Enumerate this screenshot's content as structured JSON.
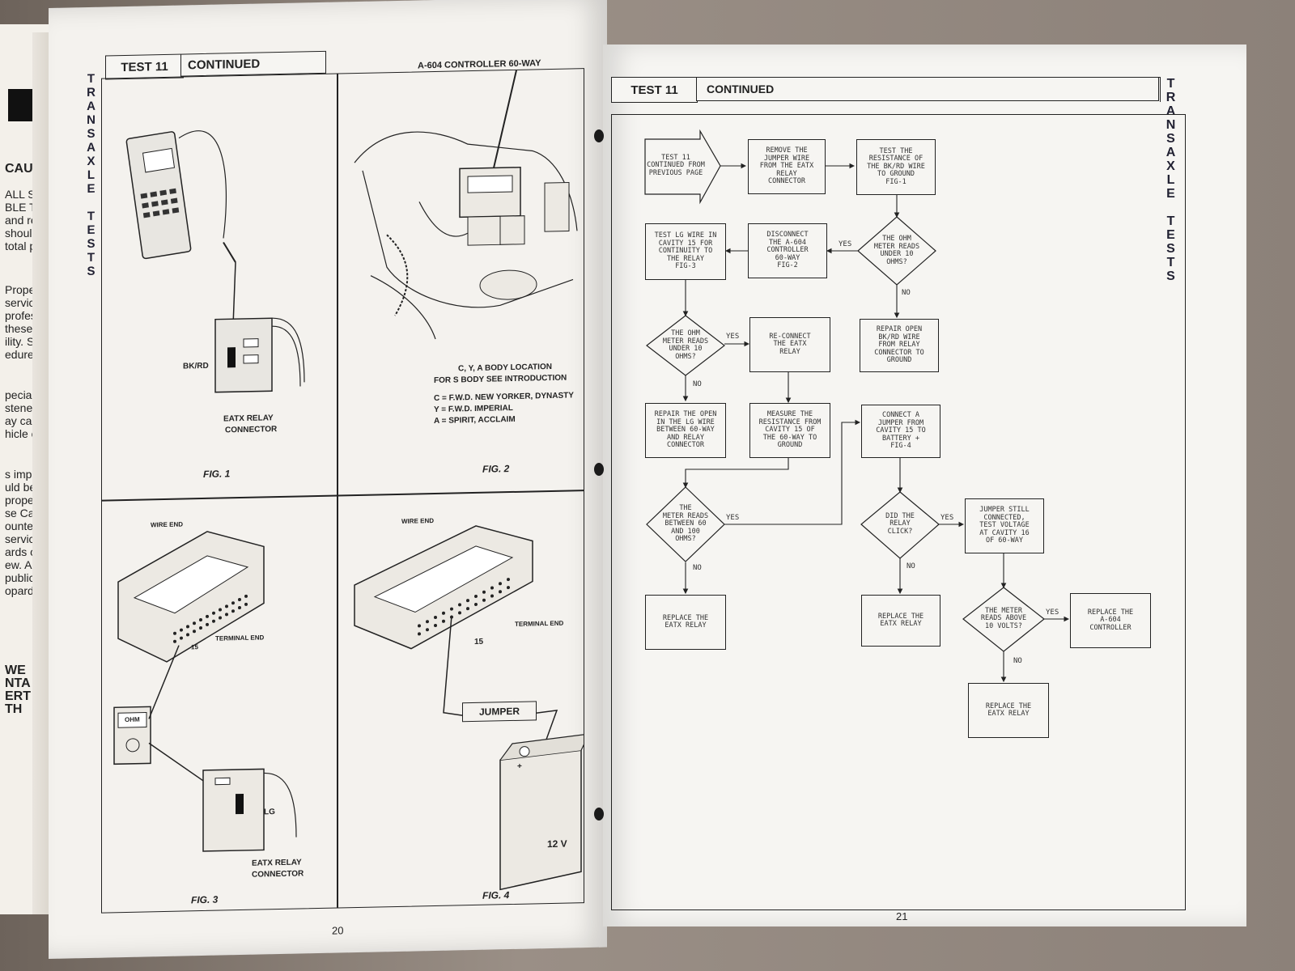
{
  "left_page": {
    "test_label": "TEST 11",
    "continued_label": "CONTINUED",
    "side_title": "TRANSAXLE TESTS",
    "page_number": "20",
    "fig1": {
      "caption": "FIG. 1",
      "wire_label": "BK/RD",
      "connector_label_1": "EATX RELAY",
      "connector_label_2": "CONNECTOR"
    },
    "fig2": {
      "caption": "FIG. 2",
      "controller_label": "A-604 CONTROLLER 60-WAY",
      "location_line_1": "C, Y, A BODY LOCATION",
      "location_line_2": "FOR S BODY SEE INTRODUCTION",
      "legend_c": "C = F.W.D. NEW YORKER, DYNASTY",
      "legend_y": "Y = F.W.D. IMPERIAL",
      "legend_a": "A = SPIRIT, ACCLAIM"
    },
    "fig3": {
      "caption": "FIG. 3",
      "wire_end": "WIRE END",
      "terminal_end": "TERMINAL END",
      "cavity": "15",
      "meter_label": "OHM",
      "wire_label": "LG",
      "connector_label_1": "EATX RELAY",
      "connector_label_2": "CONNECTOR"
    },
    "fig4": {
      "caption": "FIG. 4",
      "wire_end": "WIRE END",
      "terminal_end": "TERMINAL END",
      "cavity": "15",
      "jumper_label": "JUMPER",
      "battery_label": "12 V",
      "battery_plus": "+"
    }
  },
  "right_page": {
    "test_label": "TEST 11",
    "continued_label": "CONTINUED",
    "side_title": "TRANSAXLE TESTS",
    "page_number": "21",
    "flowchart": {
      "start": "TEST 11\nCONTINUED FROM\nPREVIOUS PAGE",
      "remove_jumper": "REMOVE THE\nJUMPER WIRE\nFROM THE EATX\nRELAY\nCONNECTOR",
      "test_resistance": "TEST THE\nRESISTANCE OF\nTHE BK/RD WIRE\nTO GROUND\nFIG-1",
      "q_ohm_under_10_a": "THE OHM\nMETER READS\nUNDER 10\nOHMS?",
      "disconnect": "DISCONNECT\nTHE A-604\nCONTROLLER\n60-WAY\nFIG-2",
      "test_lg": "TEST LG WIRE IN\nCAVITY 15 FOR\nCONTINUITY TO\nTHE RELAY\nFIG-3",
      "repair_bkrd": "REPAIR OPEN\nBK/RD WIRE\nFROM RELAY\nCONNECTOR TO\nGROUND",
      "q_ohm_under_10_b": "THE OHM\nMETER READS\nUNDER 10\nOHMS?",
      "reconnect": "RE-CONNECT\nTHE EATX\nRELAY",
      "repair_lg": "REPAIR THE OPEN\nIN THE LG WIRE\nBETWEEN 60-WAY\nAND RELAY\nCONNECTOR",
      "measure": "MEASURE THE\nRESISTANCE FROM\nCAVITY 15 OF\nTHE 60-WAY TO\nGROUND",
      "connect_jumper": "CONNECT A\nJUMPER FROM\nCAVITY 15 TO\nBATTERY +\nFIG-4",
      "q_between": "THE\nMETER READS\nBETWEEN 60\nAND 100\nOHMS?",
      "q_click": "DID THE\nRELAY\nCLICK?",
      "jumper_still": "JUMPER STILL\nCONNECTED,\nTEST VOLTAGE\nAT CAVITY 16\nOF 60-WAY",
      "replace_eatx_1": "REPLACE THE\nEATX RELAY",
      "replace_eatx_2": "REPLACE THE\nEATX RELAY",
      "q_above_10v": "THE METER\nREADS ABOVE\n10 VOLTS?",
      "replace_controller": "REPLACE THE\nA-604\nCONTROLLER",
      "replace_eatx_3": "REPLACE THE\nEATX RELAY",
      "yes": "YES",
      "no": "NO"
    }
  },
  "back_sheet": {
    "lines": [
      "CAUT",
      "ALL S",
      "BLE T",
      "and re",
      "should",
      "total p",
      "Proper",
      "service",
      "profess",
      "these p",
      "ility. So",
      "edures.",
      "pecial",
      "stener",
      "ay cau",
      "hicle c",
      "s impor",
      "uld be",
      "proper",
      "se Cau",
      "ounter",
      "servic",
      "ards o",
      "ew. Ac",
      "publica",
      "opard",
      "WE",
      "NTA",
      "ERT",
      "TH"
    ]
  }
}
